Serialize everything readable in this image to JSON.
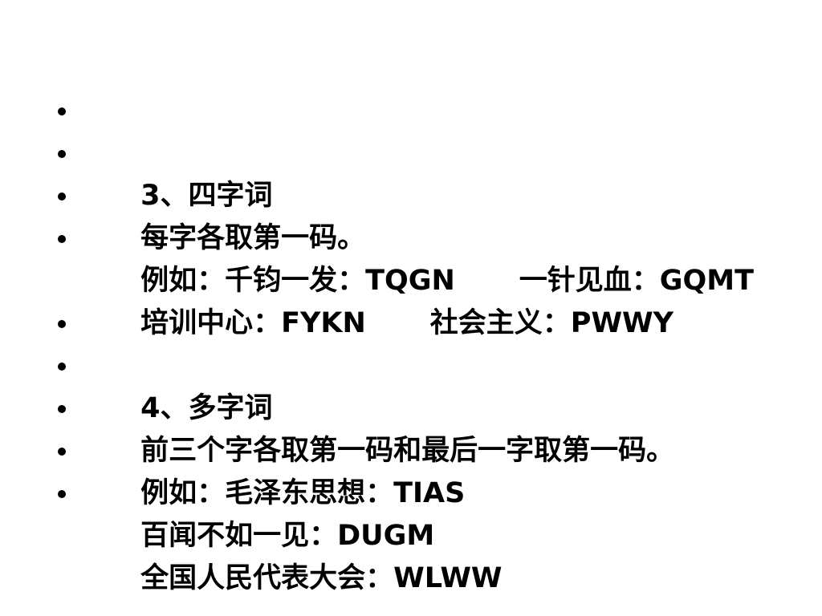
{
  "section1": {
    "items": [
      {
        "text": "3、四字词"
      },
      {
        "text": "每字各取第一码。"
      },
      {
        "left": "例如：千钧一发：TQGN",
        "right": "一针见血：GQMT"
      },
      {
        "left": "培训中心：FYKN",
        "right": "社会主义：PWWY"
      }
    ]
  },
  "section2": {
    "items": [
      {
        "text": "4、多字词"
      },
      {
        "text": "前三个字各取第一码和最后一字取第一码。"
      },
      {
        "text": "例如：毛泽东思想：TIAS"
      },
      {
        "text": "百闻不如一见：DUGM"
      },
      {
        "text": "全国人民代表大会：WLWW"
      }
    ]
  }
}
